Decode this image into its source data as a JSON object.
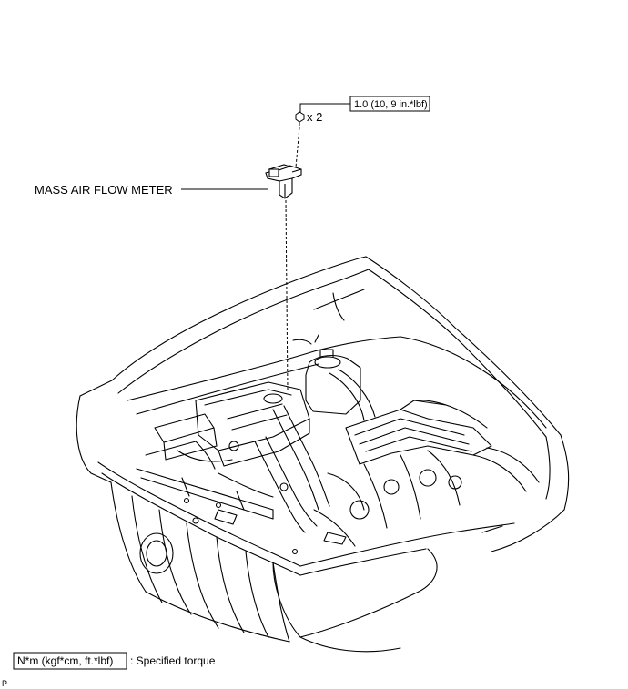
{
  "callouts": {
    "part_label": "MASS AIR FLOW METER",
    "bolt_quantity": "x 2",
    "torque_value": "1.0 (10, 9 in.*lbf)"
  },
  "legend": {
    "unit_box": "N*m (kgf*cm, ft.*lbf)",
    "description": ": Specified torque"
  },
  "figure_code": "P"
}
